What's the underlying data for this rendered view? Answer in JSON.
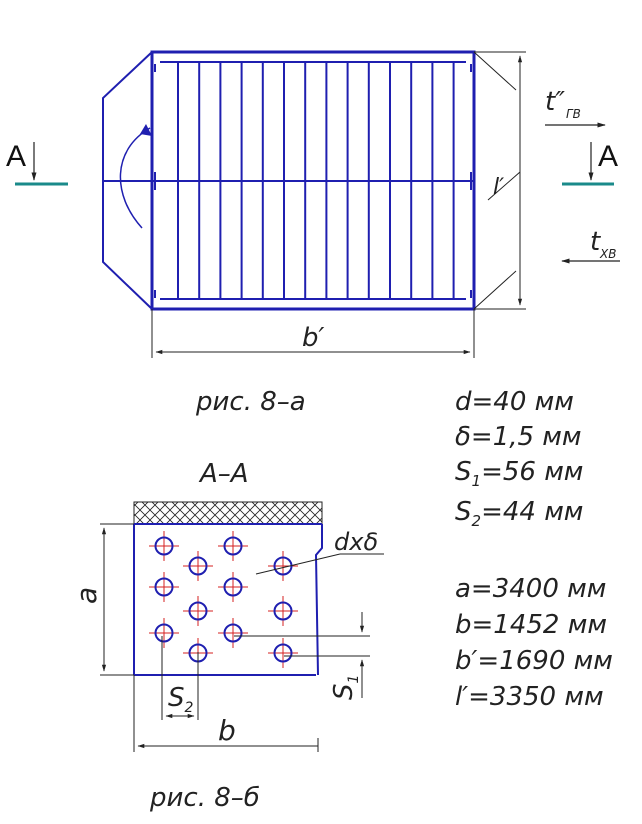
{
  "figure_a": {
    "section_letter_left": "A",
    "section_letter_right": "A",
    "label_t_hot": "t″",
    "label_t_hot_sub": "ГВ",
    "label_t_cold": "t",
    "label_t_cold_sub": "ХВ",
    "label_l_prime": "l′",
    "label_b_prime": "b′",
    "caption": "рис. 8–а"
  },
  "figure_b": {
    "section_title": "А–А",
    "label_a": "a",
    "label_b": "b",
    "label_d_delta": "dxδ",
    "label_s1_main": "S",
    "label_s1_sub": "1",
    "label_s2_main": "S",
    "label_s2_sub": "2",
    "caption": "рис. 8–б"
  },
  "params_1": [
    {
      "main": "d=40 мм",
      "sub": "",
      "rest": ""
    },
    {
      "main": "δ=1,5 мм",
      "sub": "",
      "rest": ""
    },
    {
      "main": "S",
      "sub": "1",
      "rest": "=56 мм"
    },
    {
      "main": "S",
      "sub": "2",
      "rest": "=44 мм"
    }
  ],
  "params_2": [
    {
      "main": "a=3400 мм"
    },
    {
      "main": "b=1452 мм"
    },
    {
      "main": "b′=1690 мм"
    },
    {
      "main": "l′=3350 мм"
    }
  ],
  "colors": {
    "outline": "#1f1fb0",
    "dims": "#222222",
    "teal": "#1a8a8a",
    "centerline": "#d62020"
  }
}
